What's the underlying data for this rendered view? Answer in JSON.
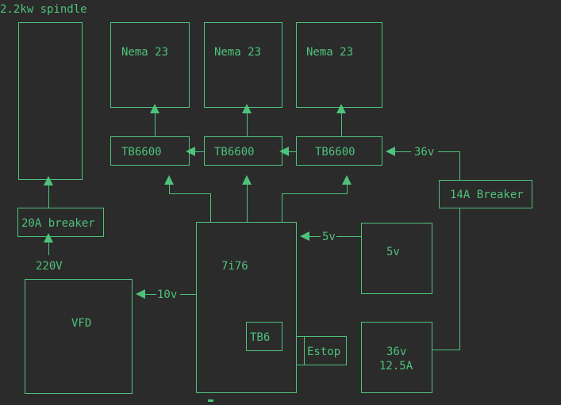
{
  "colors": {
    "background": "#2b2b2b",
    "line": "#4ec27a"
  },
  "diagram": {
    "spindle_label": "2.2kw spindle",
    "motors": [
      "Nema 23",
      "Nema 23",
      "Nema 23"
    ],
    "drivers": [
      "TB6600",
      "TB6600",
      "TB6600"
    ],
    "breaker_20a": "20A breaker",
    "input_220v": "220V",
    "vfd": "VFD",
    "controller": "7i76",
    "controller_sub": "TB6",
    "estop": "Estop",
    "supply_5v": "5v",
    "supply_36v_line1": "36v",
    "supply_36v_line2": "12.5A",
    "breaker_14a": "14A Breaker",
    "wire_36v": "36v",
    "wire_5v": "5v",
    "wire_10v": "10v"
  }
}
